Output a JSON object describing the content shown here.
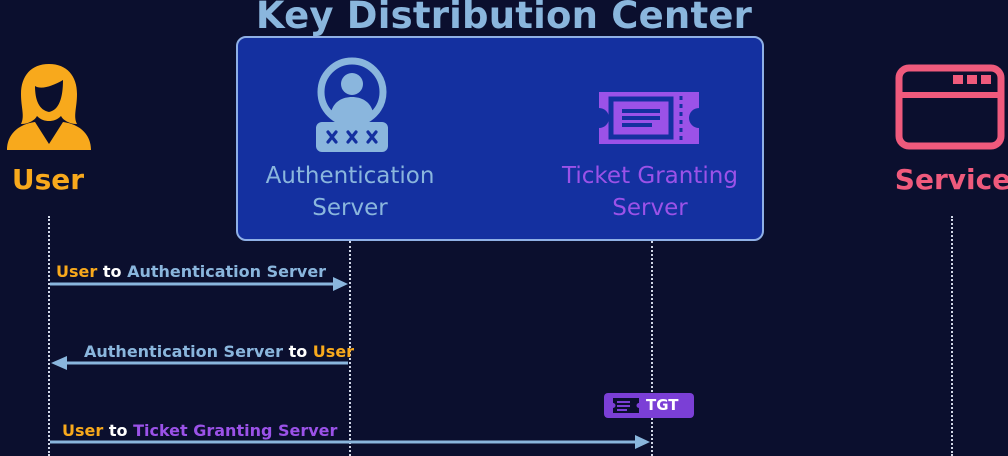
{
  "title": "Key Distribution Center",
  "actors": {
    "user": "User",
    "service": "Service",
    "auth_server": "Authentication Server",
    "ticket_server": "Ticket Granting Server"
  },
  "messages": [
    {
      "from": "User",
      "connector": "to",
      "to": "Authentication Server",
      "direction": "right"
    },
    {
      "from": "Authentication Server",
      "connector": "to",
      "to": "User",
      "direction": "left"
    },
    {
      "from": "User",
      "connector": "to",
      "to": "Ticket Granting Server",
      "direction": "right"
    }
  ],
  "badge": {
    "label": "TGT"
  },
  "colors": {
    "background": "#0b0f2e",
    "kdc_box": "#1430a0",
    "user": "#f8a91c",
    "auth": "#8ab6dd",
    "tgs": "#9b52e8",
    "service": "#ef5a7c"
  },
  "icons": {
    "user": "person-icon",
    "auth": "account-password-icon",
    "tgs": "ticket-icon",
    "service": "browser-window-icon"
  }
}
